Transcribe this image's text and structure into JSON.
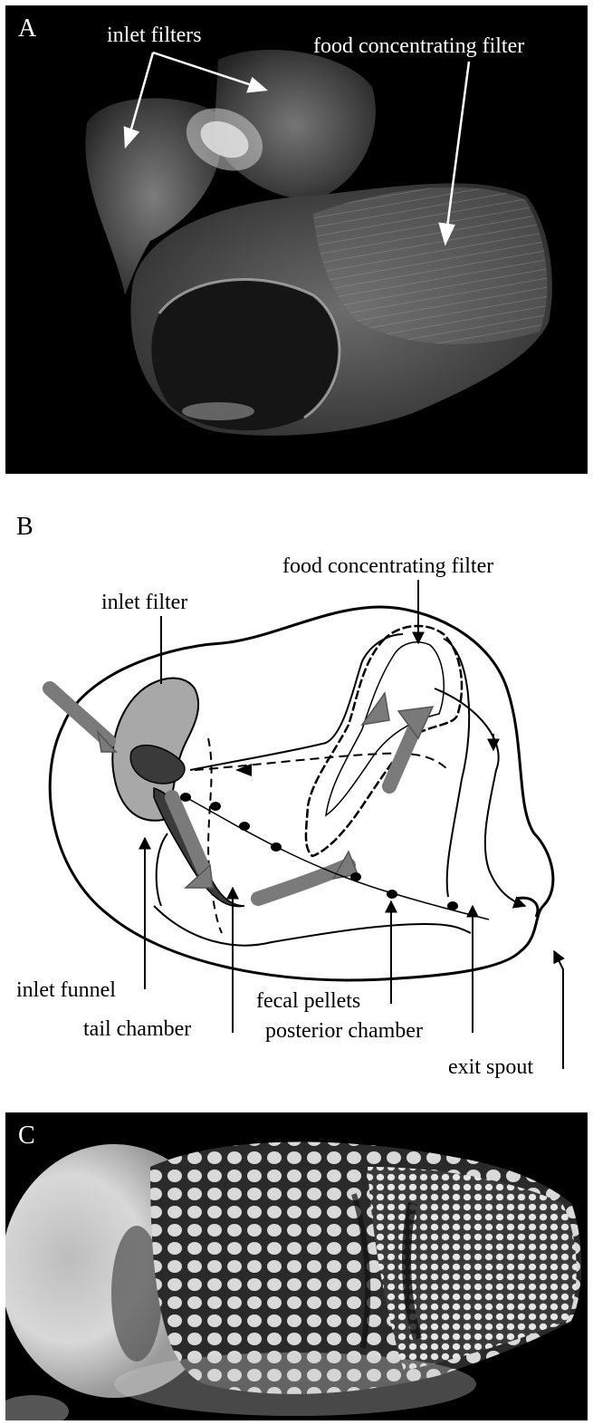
{
  "panel_a": {
    "letter": "A",
    "labels": {
      "inlet_filters": "inlet filters",
      "food_filter": "food concentrating filter"
    }
  },
  "panel_b": {
    "letter": "B",
    "labels": {
      "food_filter": "food concentrating filter",
      "inlet_filter": "inlet filter",
      "inlet_funnel": "inlet funnel",
      "tail_chamber": "tail chamber",
      "fecal_pellets": "fecal pellets",
      "posterior_chamber": "posterior chamber",
      "exit_spout": "exit spout"
    }
  },
  "panel_c": {
    "letter": "C"
  },
  "colors": {
    "background_dark": "#000000",
    "arrow_gray": "#7a7a7a",
    "filter_gray": "#a8a8a8",
    "dark_body": "#3a3a3a"
  }
}
